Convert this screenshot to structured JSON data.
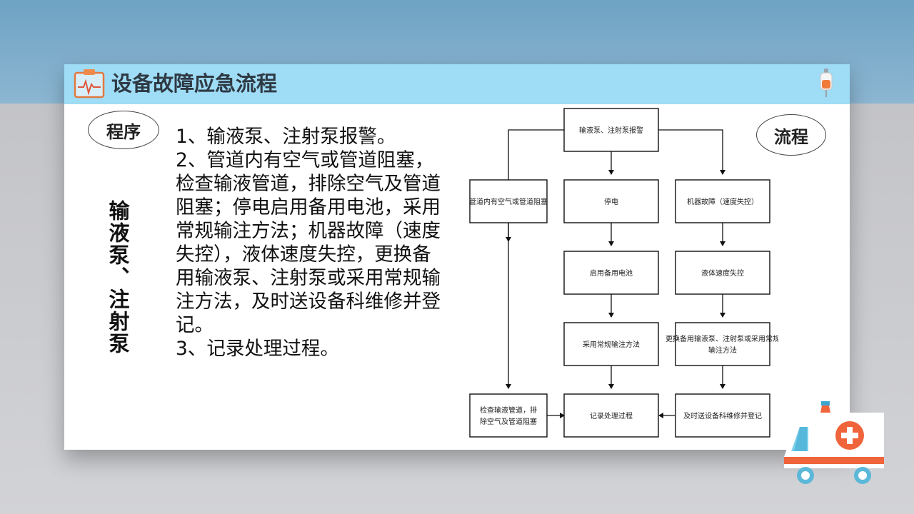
{
  "header": {
    "title": "设备故障应急流程",
    "left_icon": "monitor-clipboard-icon",
    "right_icon": "iv-drip-bag-icon"
  },
  "labels": {
    "program": "程序",
    "flow": "流程",
    "vertical": "输液泵、注射泵"
  },
  "steps": [
    "1、输液泵、注射泵报警。",
    "2、管道内有空气或管道阻塞，检查输液管道，排除空气及管道阻塞；停电启用备用电池，采用常规输注方法；机器故障（速度失控），液体速度失控，更换备用输液泵、注射泵或采用常规输注方法，及时送设备科维修并登记。",
    "3、记录处理过程。"
  ],
  "flowchart": {
    "nodes": {
      "start": "输液泵、注射泵报警",
      "air": "管道内有空气或管道阻塞",
      "power": "停电",
      "fault": "机器故障（速度失控）",
      "battery": "启用备用电池",
      "speed": "液体速度失控",
      "conventional": "采用常规输注方法",
      "replace_l1": "更换备用输液泵、注射泵或采用常规",
      "replace_l2": "输注方法",
      "check_l1": "检查输液管道，排",
      "check_l2": "除空气及管道阻塞",
      "record": "记录处理过程",
      "repair": "及时送设备科维修并登记"
    }
  },
  "decor": {
    "bottom_right_icon": "ambulance-icon",
    "accent_colors": [
      "#9fdcf6",
      "#f0643c",
      "#5bb8d8"
    ]
  }
}
